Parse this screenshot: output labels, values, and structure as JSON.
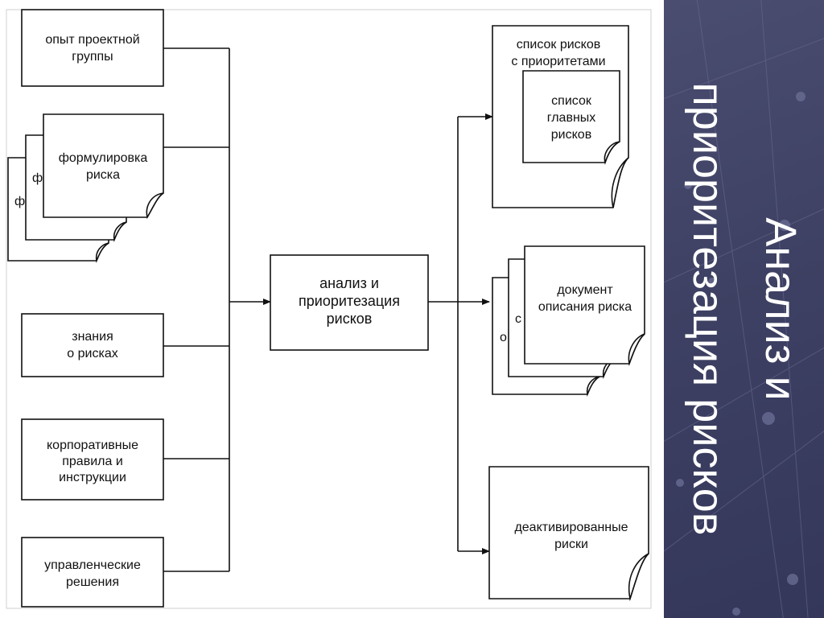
{
  "diagram": {
    "inputs": {
      "team_experience": [
        "опыт проектной",
        "группы"
      ],
      "risk_statement": [
        "формулировка",
        "риска"
      ],
      "risk_statement_back_glyph": "ф",
      "risk_knowledge": [
        "знания",
        "о рисках"
      ],
      "corporate_rules": [
        "корпоративные",
        "правила и",
        "инструкции"
      ],
      "management_decisions": [
        "управленческие",
        "решения"
      ]
    },
    "process": [
      "анализ и",
      "приоритезация",
      "рисков"
    ],
    "outputs": {
      "risk_list": [
        "список рисков",
        "с приоритетами"
      ],
      "top_risks": [
        "список",
        "главных",
        "рисков"
      ],
      "risk_doc": [
        "документ",
        "описания риска"
      ],
      "risk_doc_back_fragments": [
        "с",
        "о"
      ],
      "deactivated": [
        "деактивированные",
        "риски"
      ]
    }
  },
  "title": [
    "Анализ и",
    "приоритезация рисков"
  ],
  "colors": {
    "panel": "#3e4163",
    "line": "#111111",
    "title_text": "#ffffff"
  }
}
